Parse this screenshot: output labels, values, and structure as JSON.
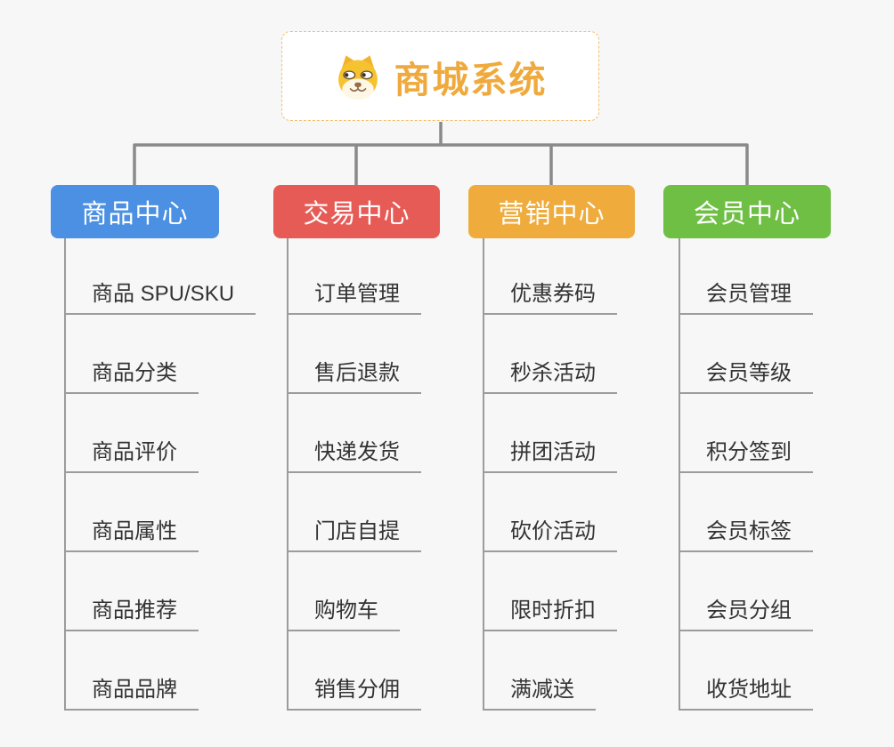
{
  "page": {
    "background": "#f7f7f7",
    "connector_color": "#8a8a8a",
    "leaf_line_color": "#9c9c9c"
  },
  "root": {
    "title": "商城系统",
    "icon": "dog-mascot-icon",
    "text_color": "#f0a93c",
    "border_color": "#f2bf6e",
    "background": "#ffffff"
  },
  "branches": [
    {
      "id": "product-center",
      "label": "商品中心",
      "color": "#4b90e2",
      "children": [
        "商品 SPU/SKU",
        "商品分类",
        "商品评价",
        "商品属性",
        "商品推荐",
        "商品品牌"
      ]
    },
    {
      "id": "trade-center",
      "label": "交易中心",
      "color": "#e65b55",
      "children": [
        "订单管理",
        "售后退款",
        "快递发货",
        "门店自提",
        "购物车",
        "销售分佣"
      ]
    },
    {
      "id": "marketing-center",
      "label": "营销中心",
      "color": "#efac3d",
      "children": [
        "优惠券码",
        "秒杀活动",
        "拼团活动",
        "砍价活动",
        "限时折扣",
        "满减送"
      ]
    },
    {
      "id": "member-center",
      "label": "会员中心",
      "color": "#6fbf45",
      "children": [
        "会员管理",
        "会员等级",
        "积分签到",
        "会员标签",
        "会员分组",
        "收货地址"
      ]
    }
  ]
}
